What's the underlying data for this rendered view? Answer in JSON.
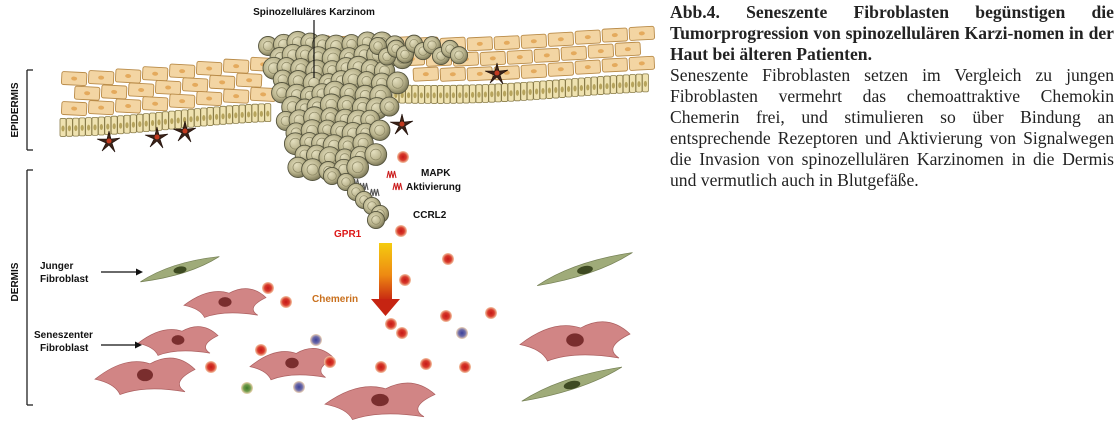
{
  "figure": {
    "labels": {
      "carcinoma": "Spinozelluläres Karzinom",
      "epidermis": "EPIDERMIS",
      "dermis": "DERMIS",
      "mapk_line1": "MAPK",
      "mapk_line2": "Aktivierung",
      "ccrl2": "CCRL2",
      "gpr1": "GPR1",
      "chemerin": "Chemerin",
      "young_line1": "Junger",
      "young_line2": "Fibroblast",
      "senescent_line1": "Seneszenter",
      "senescent_line2": "Fibroblast"
    },
    "colors": {
      "keratinocyte": "#f3d5a3",
      "keratinocyte_border": "#b98b48",
      "basal_cell": "#efe2b0",
      "tumor_cell": "#b9b38c",
      "tumor_border": "#55543e",
      "young_fibroblast": "#9aa772",
      "senescent_fibroblast": "#cf7f7f",
      "chemerin_dot": "#cc2020",
      "receptor_red": "#cc2020",
      "arrow_top": "#f2c40e",
      "arrow_bottom": "#c62412",
      "chemerin_text": "#c9701d",
      "gpr1_text": "#dd1818"
    }
  },
  "caption": {
    "title": "Abb.4. Seneszente Fibroblasten begünstigen die Tumorprogression von spinozellulären Karzi-nomen in der Haut bei älteren Patienten.",
    "body": "Seneszente Fibroblasten setzen im Vergleich zu jungen Fibroblasten vermehrt das chemoattraktive Chemokin Chemerin frei, und stimulieren so über Bindung an entsprechende Rezeptoren und Aktivierung von Signalwegen die Invasion von spinozellulären Karzinomen in die Dermis und vermutlich auch in Blutgefäße."
  }
}
